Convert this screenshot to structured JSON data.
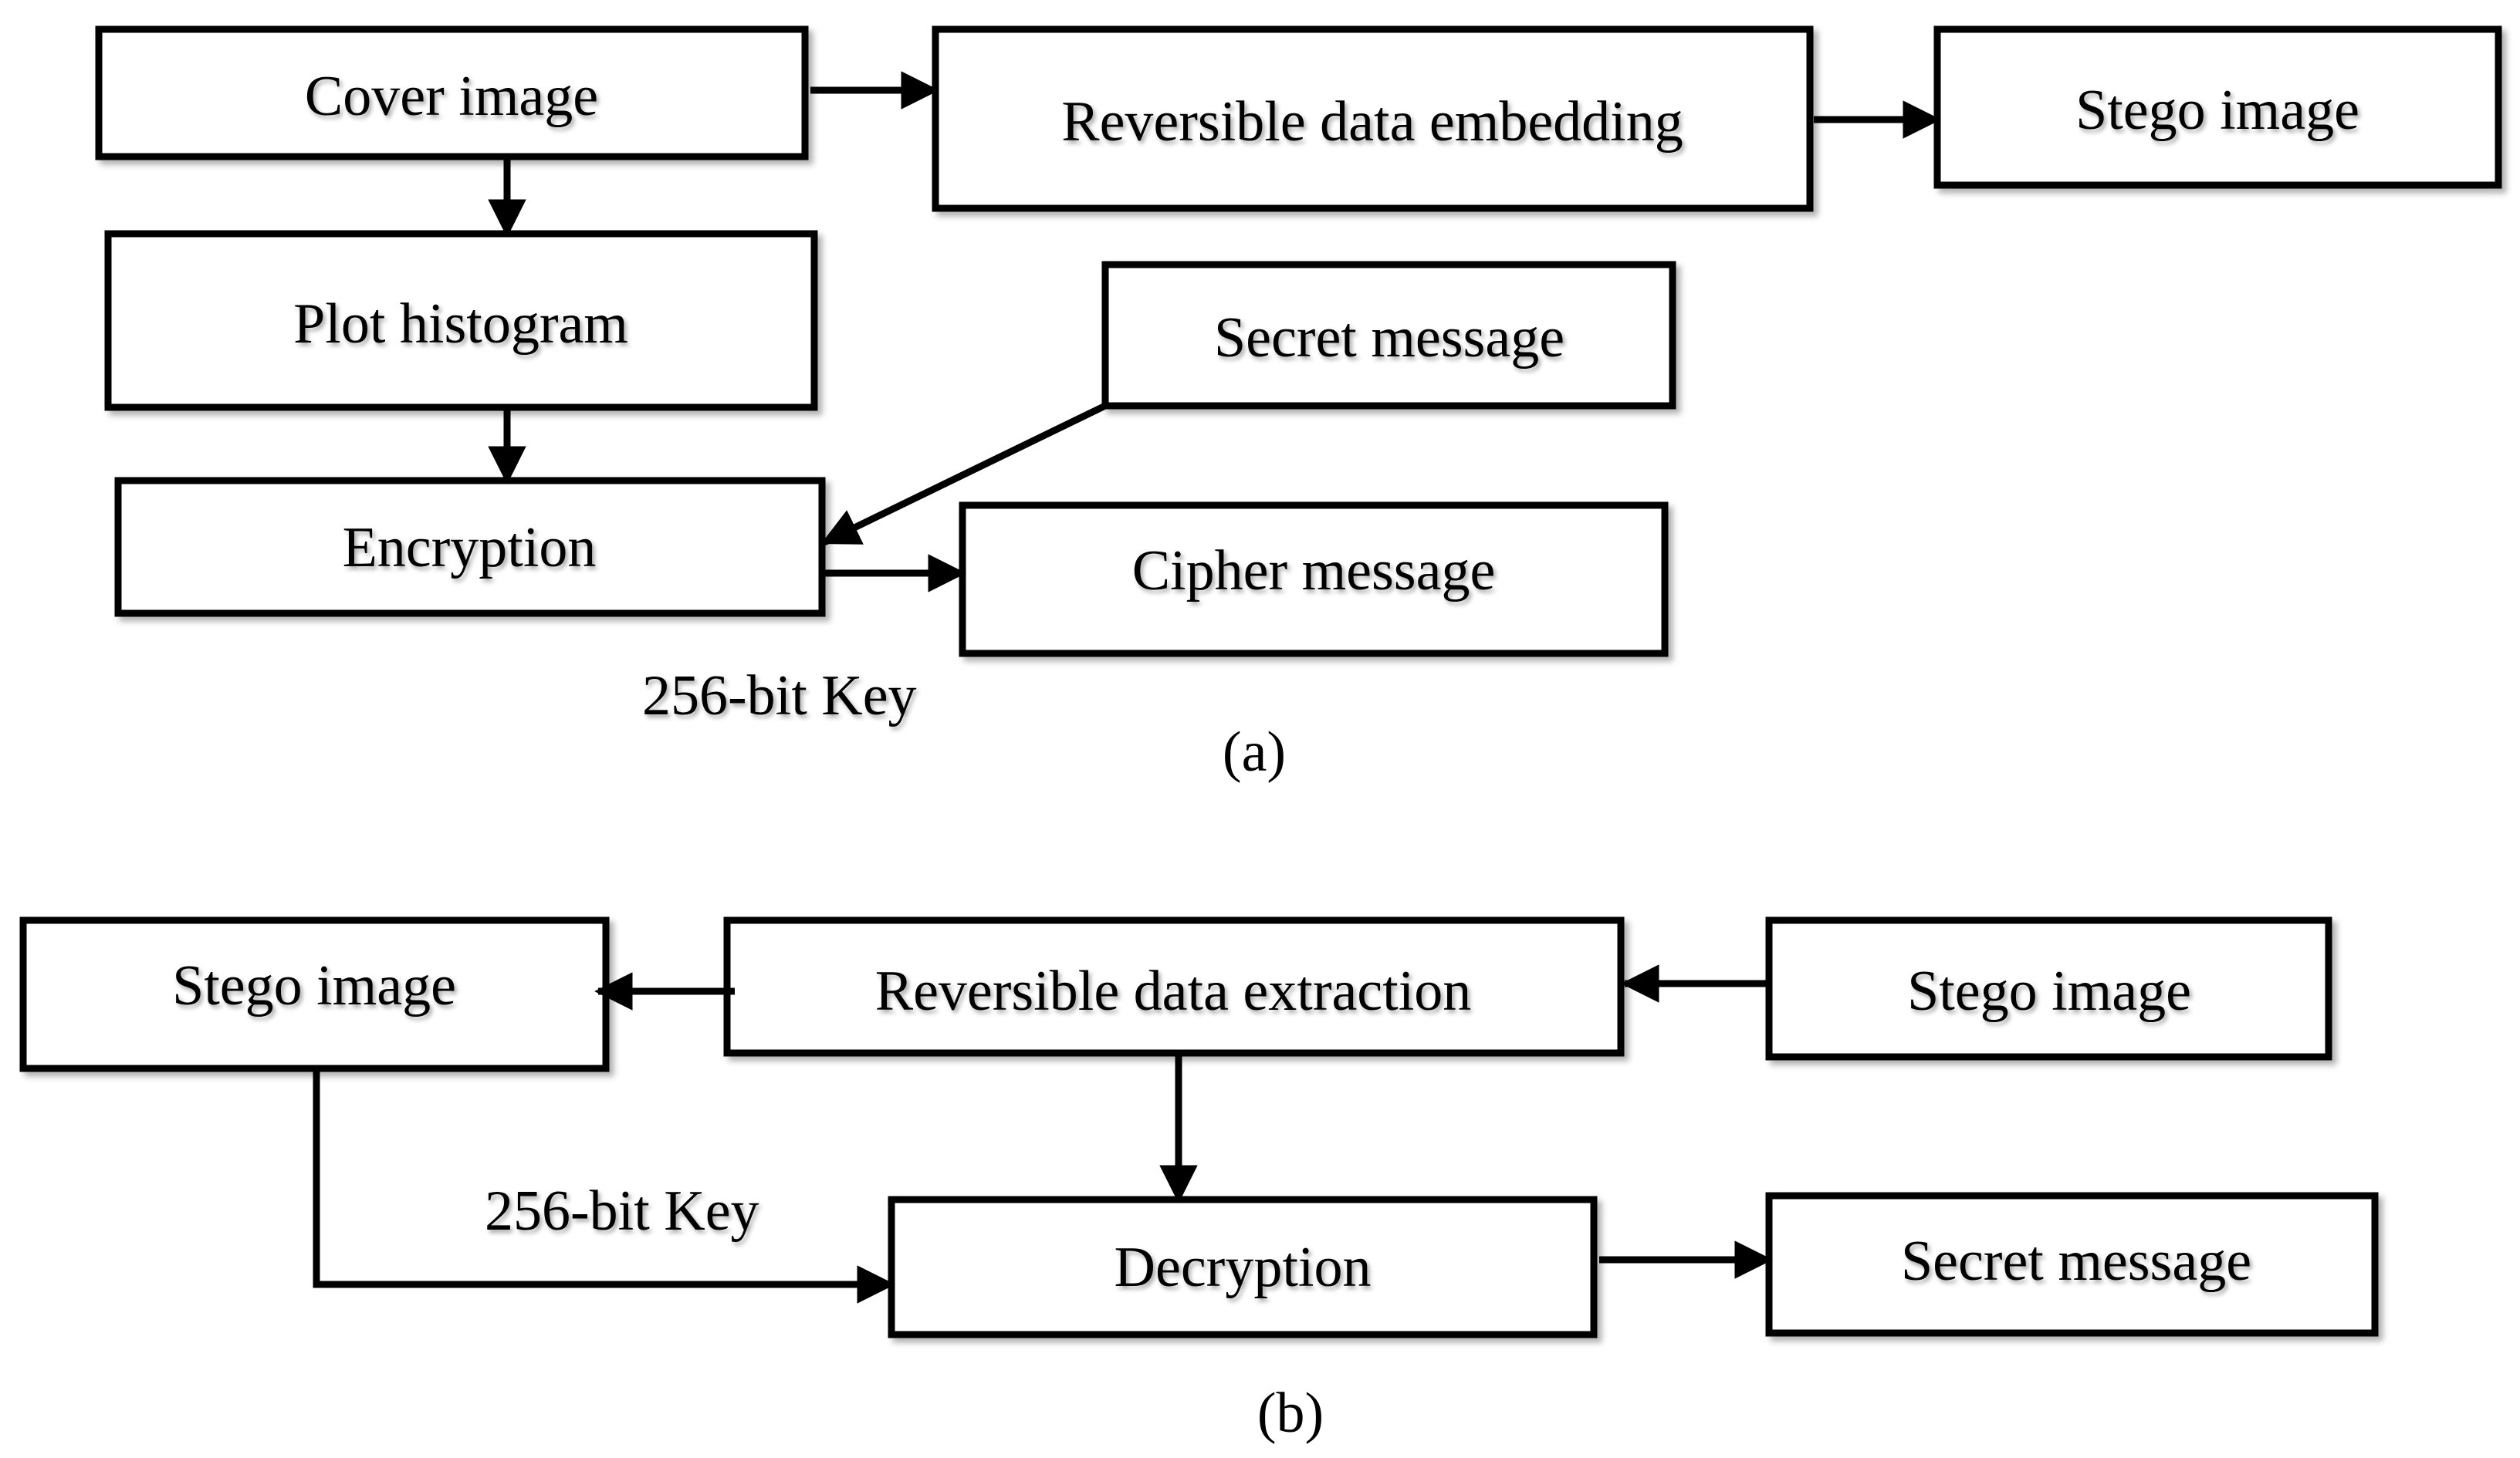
{
  "panel_a": {
    "caption": "(a)",
    "cover_image": "Cover image",
    "reversible_data_embedding": "Reversible data embedding",
    "stego_image": "Stego image",
    "plot_histogram": "Plot histogram",
    "secret_message": "Secret message",
    "encryption": "Encryption",
    "cipher_message": "Cipher message",
    "key_label": "256-bit Key"
  },
  "panel_b": {
    "caption": "(b)",
    "stego_image_out": "Stego image",
    "reversible_data_extraction": "Reversible data extraction",
    "stego_image_in": "Stego image",
    "key_label": "256-bit Key",
    "decryption": "Decryption",
    "secret_message": "Secret message"
  }
}
